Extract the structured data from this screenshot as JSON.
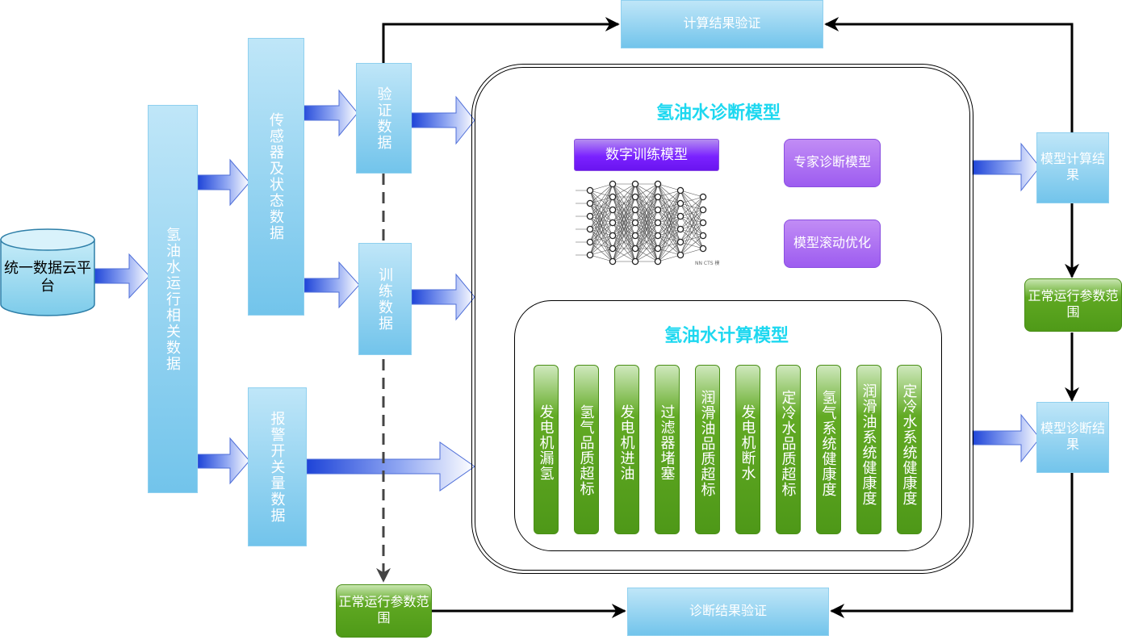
{
  "platform": "统一数据云平台",
  "hydrogen_data": "氢油水运行相关数据",
  "sensor_data": "传感器及状态数据",
  "alarm_data": "报警开关量数据",
  "verify_data": "验证数据",
  "train_data": "训练数据",
  "calc_result_verify": "计算结果验证",
  "diag_result_verify": "诊断结果验证",
  "normal_range_bottom": "正常运行参数范围",
  "normal_range_right": "正常运行参数范围",
  "model_calc_result": "模型计算结果",
  "model_diag_result": "模型诊断结果",
  "diagnosis_model": {
    "title": "氢油水诊断模型",
    "digital_training": "数字训练模型",
    "expert_diagnosis": "专家诊断模型",
    "rolling_optimization": "模型滚动优化",
    "nn_caption": "NN CTS 模型"
  },
  "calc_model": {
    "title": "氢油水计算模型",
    "columns": [
      "发电机漏氢",
      "氢气品质超标",
      "发电机进油",
      "过滤器堵塞",
      "润滑油品质超标",
      "发电机断水",
      "定冷水品质超标",
      "氢气系统健康度",
      "润滑油系统健康度",
      "定冷水系统健康度"
    ]
  },
  "colors": {
    "blue_box": "#72c4eb",
    "green_box": "#5fa822",
    "purple_box": "#9d5cf0",
    "title_cyan": "#1ed8f0",
    "arrow_blue": "#2a52e0"
  }
}
